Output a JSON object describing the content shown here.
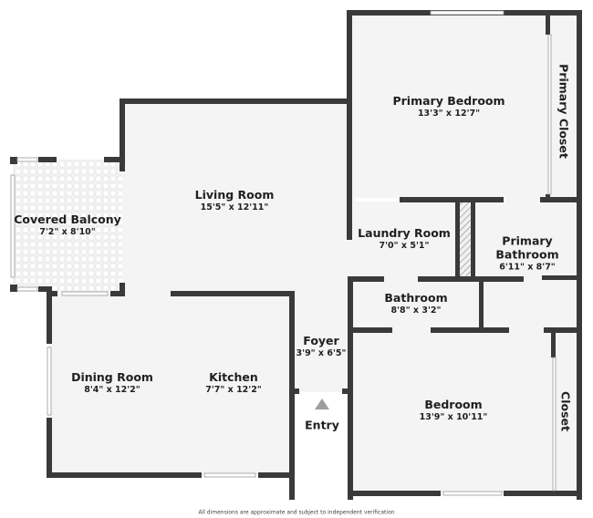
{
  "floorplan": {
    "rooms": {
      "primary_bedroom": {
        "name": "Primary Bedroom",
        "dims": "13'3\" x 12'7\""
      },
      "primary_closet": {
        "name": "Primary Closet"
      },
      "living_room": {
        "name": "Living Room",
        "dims": "15'5\" x 12'11\""
      },
      "covered_balcony": {
        "name": "Covered Balcony",
        "dims": "7'2\" x 8'10\""
      },
      "laundry_room": {
        "name": "Laundry Room",
        "dims": "7'0\" x 5'1\""
      },
      "primary_bathroom": {
        "name_line1": "Primary",
        "name_line2": "Bathroom",
        "dims": "6'11\" x 8'7\""
      },
      "bathroom": {
        "name": "Bathroom",
        "dims": "8'8\" x 3'2\""
      },
      "foyer": {
        "name": "Foyer",
        "dims": "3'9\" x 6'5\""
      },
      "dining_room": {
        "name": "Dining Room",
        "dims": "8'4\" x 12'2\""
      },
      "kitchen": {
        "name": "Kitchen",
        "dims": "7'7\" x 12'2\""
      },
      "bedroom": {
        "name": "Bedroom",
        "dims": "13'9\" x 10'11\""
      },
      "closet": {
        "name": "Closet"
      }
    },
    "entry": {
      "label": "Entry",
      "icon": "triangle-up-icon"
    },
    "footnote": "All dimensions are approximate and subject to independent verification",
    "colors": {
      "wall": "#3a3a3a",
      "floor": "#f4f4f4",
      "background": "#ffffff",
      "entry_arrow": "#9e9e9e"
    }
  }
}
